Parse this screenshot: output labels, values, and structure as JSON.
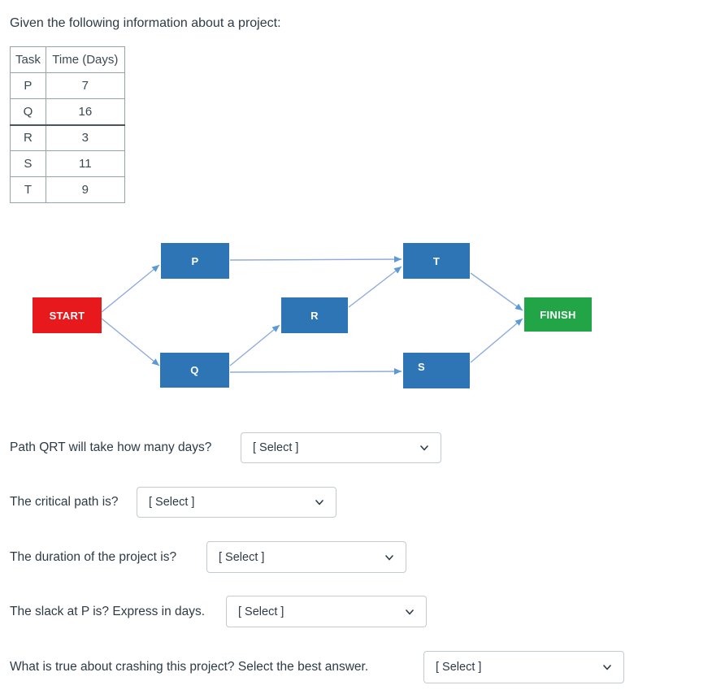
{
  "page": {
    "title": "Given the following information about a project:"
  },
  "table": {
    "headers": {
      "task": "Task",
      "time": "Time (Days)"
    },
    "rows": [
      {
        "task": "P",
        "time": "7"
      },
      {
        "task": "Q",
        "time": "16"
      },
      {
        "task": "R",
        "time": "3"
      },
      {
        "task": "S",
        "time": "11"
      },
      {
        "task": "T",
        "time": "9"
      }
    ]
  },
  "diagram": {
    "nodes": [
      {
        "id": "start",
        "label": "START",
        "color": "#e8191c"
      },
      {
        "id": "p",
        "label": "P",
        "color": "#2e75b6"
      },
      {
        "id": "q",
        "label": "Q",
        "color": "#2e75b6"
      },
      {
        "id": "r",
        "label": "R",
        "color": "#2e75b6"
      },
      {
        "id": "t",
        "label": "T",
        "color": "#2e75b6"
      },
      {
        "id": "s",
        "label": "S",
        "color": "#2e75b6"
      },
      {
        "id": "finish",
        "label": "FINISH",
        "color": "#22a546"
      }
    ],
    "edges": [
      {
        "from": "START",
        "to": "P"
      },
      {
        "from": "START",
        "to": "Q"
      },
      {
        "from": "P",
        "to": "T"
      },
      {
        "from": "Q",
        "to": "R"
      },
      {
        "from": "Q",
        "to": "S"
      },
      {
        "from": "R",
        "to": "T"
      },
      {
        "from": "T",
        "to": "FINISH"
      },
      {
        "from": "S",
        "to": "FINISH"
      }
    ],
    "arrow_color": "#8faadc"
  },
  "questions": [
    {
      "label": "Path QRT will take how many days?",
      "placeholder": "[ Select ]"
    },
    {
      "label": "The critical path is?",
      "placeholder": "[ Select ]"
    },
    {
      "label": "The duration of the project is?",
      "placeholder": "[ Select ]"
    },
    {
      "label": "The slack at P is? Express in days.",
      "placeholder": "[ Select ]"
    },
    {
      "label": "What is true about crashing this project? Select the best answer.",
      "placeholder": "[ Select ]"
    }
  ]
}
